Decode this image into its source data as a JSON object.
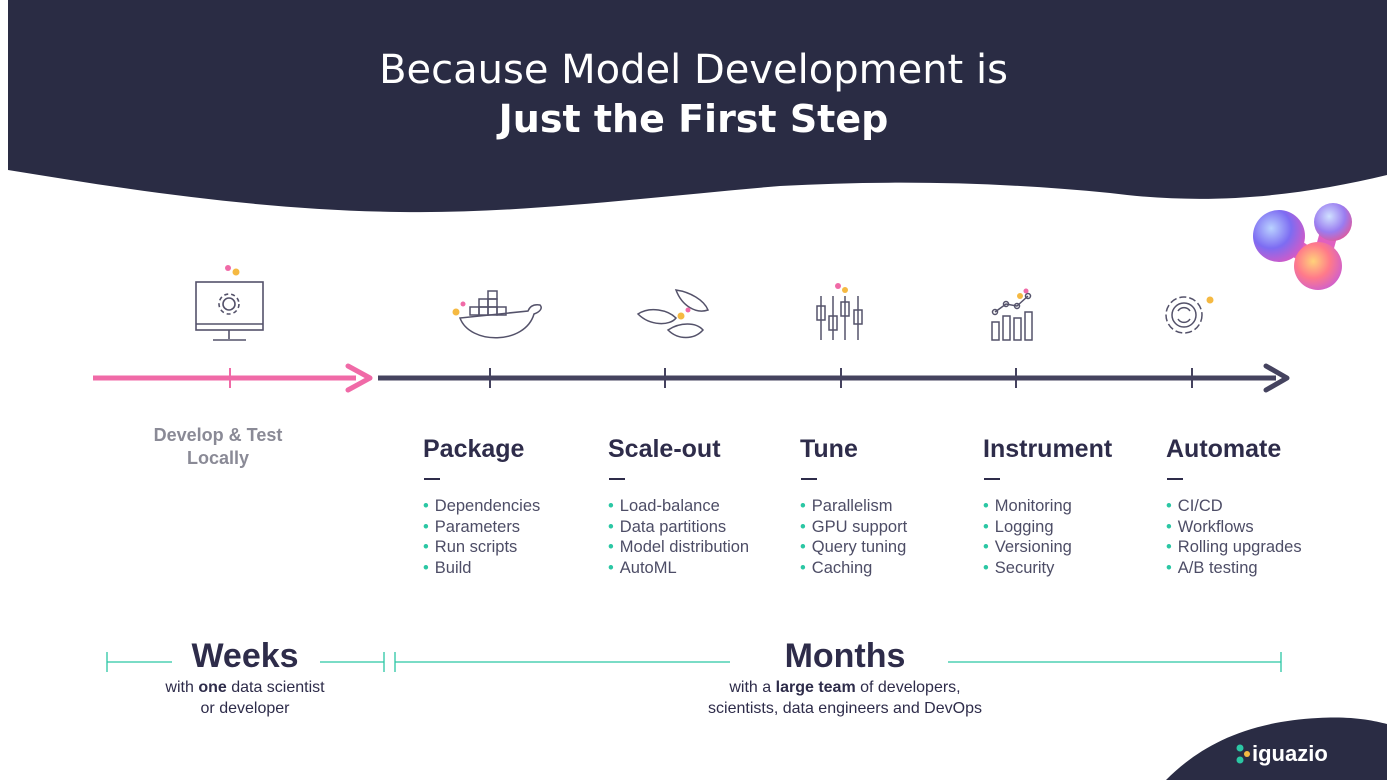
{
  "title": {
    "line1": "Because Model Development is",
    "line2": "Just the First Step"
  },
  "local": {
    "line1": "Develop & Test",
    "line2": "Locally"
  },
  "stages": [
    {
      "title": "Package",
      "items": [
        "Dependencies",
        "Parameters",
        "Run scripts",
        "Build"
      ],
      "icon": "docker-whale-icon"
    },
    {
      "title": "Scale-out",
      "items": [
        "Load-balance",
        "Data partitions",
        "Model distribution",
        "AutoML"
      ],
      "icon": "whales-icon"
    },
    {
      "title": "Tune",
      "items": [
        "Parallelism",
        "GPU support",
        "Query tuning",
        "Caching"
      ],
      "icon": "sliders-icon"
    },
    {
      "title": "Instrument",
      "items": [
        "Monitoring",
        "Logging",
        "Versioning",
        "Security"
      ],
      "icon": "bar-chart-icon"
    },
    {
      "title": "Automate",
      "items": [
        "CI/CD",
        "Workflows",
        "Rolling upgrades",
        "A/B testing"
      ],
      "icon": "gear-refresh-icon"
    }
  ],
  "durations": {
    "weeks": {
      "title": "Weeks",
      "desc_pre": "with ",
      "desc_bold": "one",
      "desc_post": " data scientist",
      "desc_line2": "or developer"
    },
    "months": {
      "title": "Months",
      "desc_pre": "with a ",
      "desc_bold": "large team",
      "desc_post": " of developers,",
      "desc_line2": "scientists, data engineers and DevOps"
    }
  },
  "brand": {
    "name": "iguazio"
  },
  "colors": {
    "navy": "#2a2c44",
    "pink": "#f06aa7",
    "timeline": "#45435f",
    "teal": "#2bc7a4",
    "bullet": "#2bc7a4",
    "orange": "#f5b942"
  }
}
